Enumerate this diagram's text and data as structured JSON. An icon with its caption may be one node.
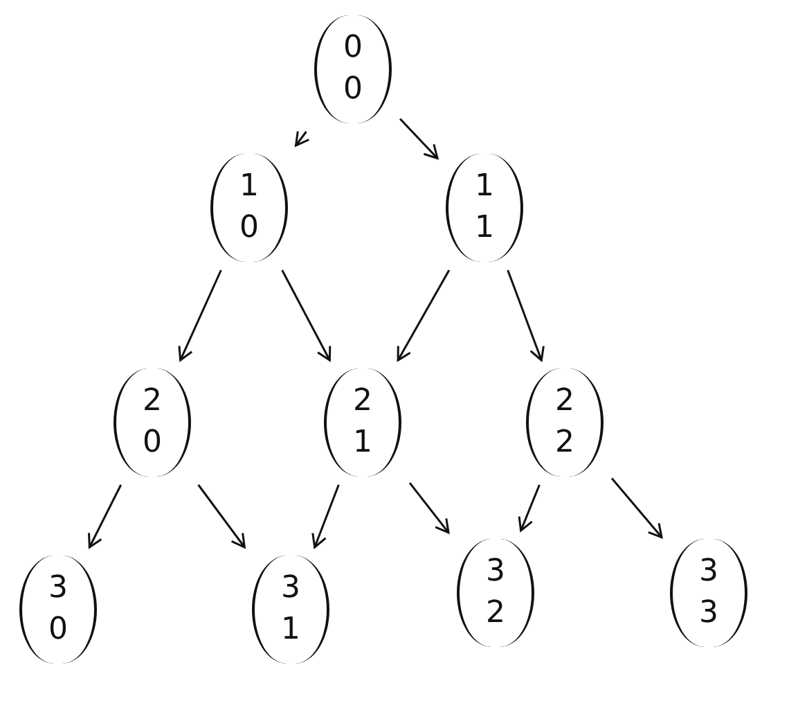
{
  "diagram": {
    "nodes": [
      {
        "text": [
          "0",
          "0"
        ]
      },
      {
        "text": [
          "1",
          "0"
        ]
      },
      {
        "text": [
          "1",
          "1"
        ]
      },
      {
        "text": [
          "2",
          "0"
        ]
      },
      {
        "text": [
          "2",
          "1"
        ]
      },
      {
        "text": [
          "2",
          "2"
        ]
      },
      {
        "text": [
          "3",
          "0"
        ]
      },
      {
        "text": [
          "3",
          "1"
        ]
      },
      {
        "text": [
          "3",
          "2"
        ]
      },
      {
        "text": [
          "3",
          "3"
        ]
      }
    ],
    "edges": [
      {
        "from": 0,
        "to": 1,
        "arrow": "to"
      },
      {
        "from": 0,
        "to": 2,
        "arrow": "to"
      },
      {
        "from": 1,
        "to": 3,
        "arrow": "to"
      },
      {
        "from": 1,
        "to": 4,
        "arrow": "to"
      },
      {
        "from": 2,
        "to": 4,
        "arrow": "to"
      },
      {
        "from": 2,
        "to": 5,
        "arrow": "to"
      },
      {
        "from": 3,
        "to": 6,
        "arrow": "to"
      },
      {
        "from": 3,
        "to": 7,
        "arrow": "to"
      },
      {
        "from": 4,
        "to": 7,
        "arrow": "to"
      },
      {
        "from": 4,
        "to": 8,
        "arrow": "to"
      },
      {
        "from": 5,
        "to": 8,
        "arrow": "to"
      },
      {
        "from": 5,
        "to": 9,
        "arrow": "to"
      }
    ]
  }
}
